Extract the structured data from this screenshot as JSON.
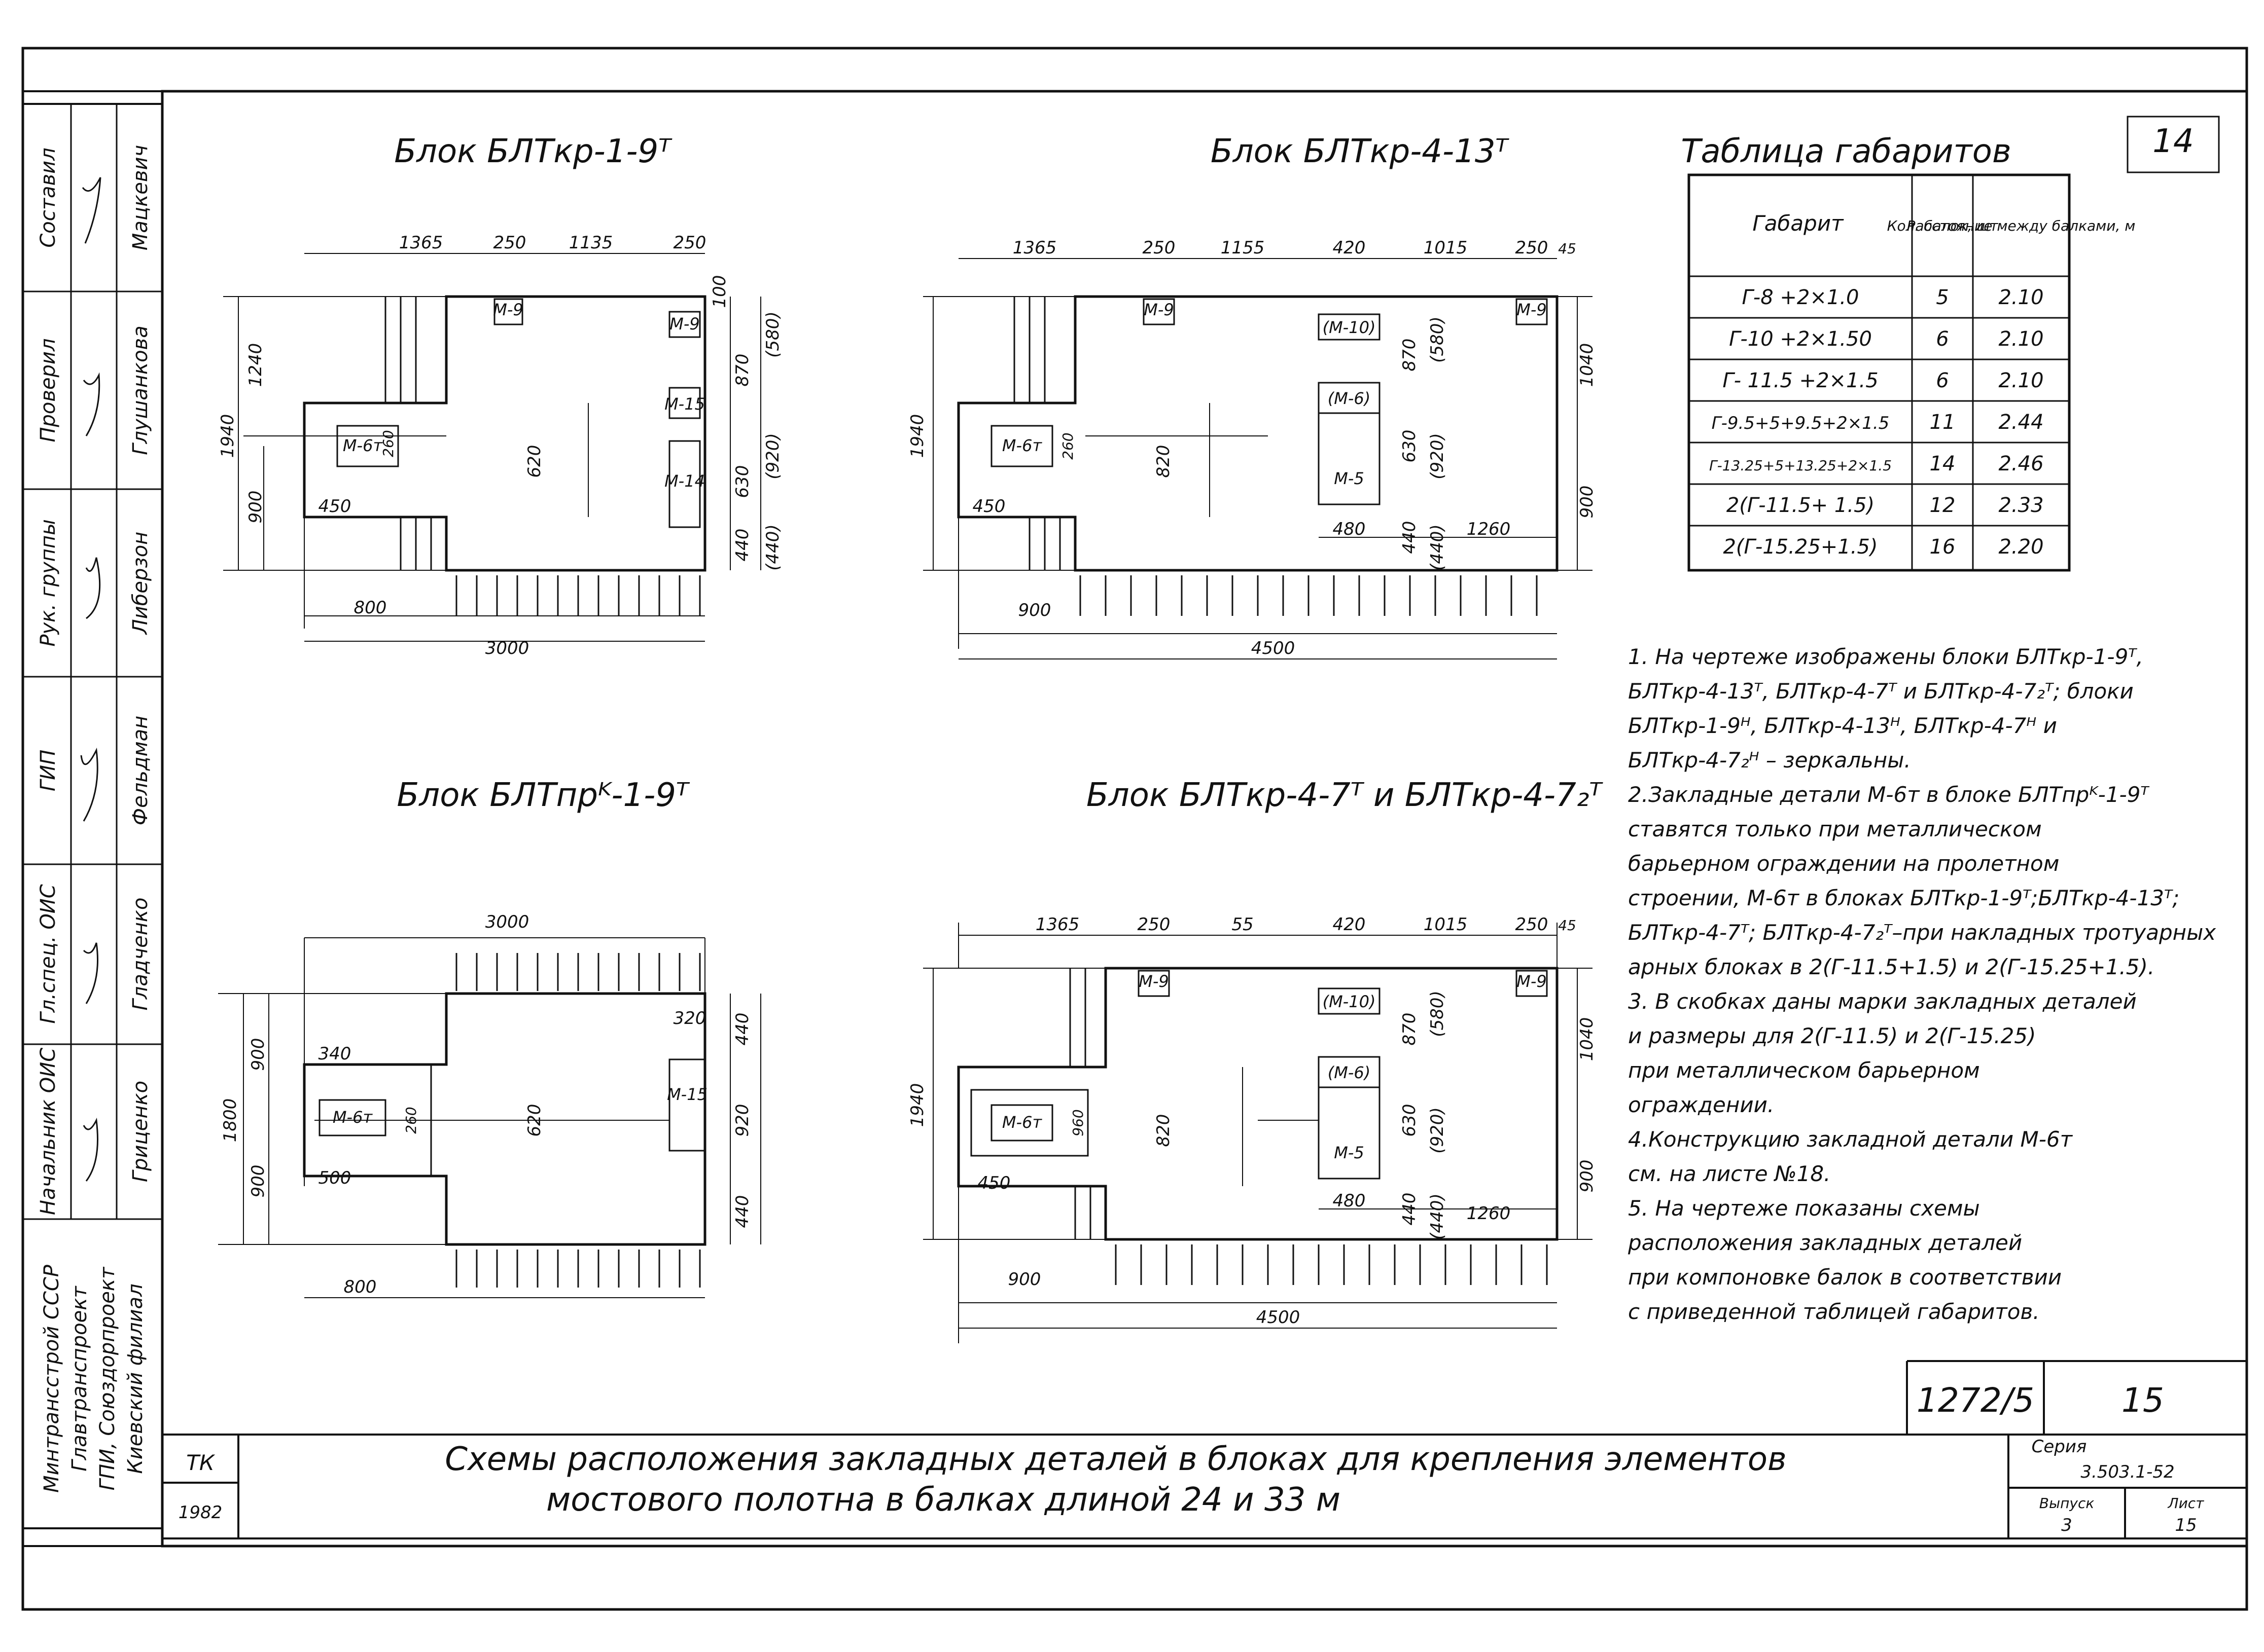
{
  "page_number": "14",
  "blocks": {
    "b1": {
      "title": "Блок  БЛТкр-1-9ᵀ",
      "dims": [
        "1365",
        "250",
        "1135",
        "250",
        "100",
        "870",
        "(580)",
        "630",
        "(920)",
        "440",
        "(440)",
        "1240",
        "900",
        "1940",
        "620",
        "260",
        "450",
        "800",
        "3000"
      ],
      "marks": [
        "М-9",
        "М-9",
        "М-15",
        "М-14",
        "М-6т"
      ]
    },
    "b2": {
      "title": "Блок  БЛТкр-4-13ᵀ",
      "dims": [
        "1365",
        "250",
        "1155",
        "420",
        "1015",
        "250",
        "45",
        "870",
        "(580)",
        "630",
        "(920)",
        "440",
        "(440)",
        "1260",
        "480",
        "1040",
        "900",
        "1940",
        "820",
        "260",
        "450",
        "900",
        "4500"
      ],
      "marks": [
        "М-9",
        "(М-10)",
        "М-9",
        "(М-6)",
        "М-5",
        "М-6т"
      ]
    },
    "b3": {
      "title": "Блок  БЛТпрᴷ-1-9ᵀ",
      "dims": [
        "3000",
        "320",
        "440",
        "920",
        "440",
        "900",
        "900",
        "1800",
        "620",
        "260",
        "340",
        "500",
        "800"
      ],
      "marks": [
        "М-15",
        "М-6т"
      ]
    },
    "b4": {
      "title": "Блок  БЛТкр-4-7ᵀ и БЛТкр-4-7₂ᵀ",
      "dims": [
        "1365",
        "250",
        "55",
        "420",
        "1015",
        "250",
        "45",
        "870",
        "(580)",
        "630",
        "(920)",
        "440",
        "(440)",
        "1260",
        "480",
        "1040",
        "900",
        "1940",
        "820",
        "960",
        "450",
        "900",
        "4500"
      ],
      "marks": [
        "М-9",
        "(М-10)",
        "М-9",
        "(М-6)",
        "М-5",
        "М-6т"
      ]
    }
  },
  "table": {
    "title": "Таблица габаритов",
    "headers": [
      "Габарит",
      "Кол. балок, шт",
      "Расстояние между балками, м"
    ],
    "rows": [
      [
        "Г-8 +2×1.0",
        "5",
        "2.10"
      ],
      [
        "Г-10 +2×1.50",
        "6",
        "2.10"
      ],
      [
        "Г- 11.5 +2×1.5",
        "6",
        "2.10"
      ],
      [
        "Г-9.5+5+9.5+2×1.5",
        "11",
        "2.44"
      ],
      [
        "Г-13.25+5+13.25+2×1.5",
        "14",
        "2.46"
      ],
      [
        "2(Г-11.5+ 1.5)",
        "12",
        "2.33"
      ],
      [
        "2(Г-15.25+1.5)",
        "16",
        "2.20"
      ]
    ]
  },
  "notes": [
    "1. На чертеже изображены блоки БЛТкр-1-9ᵀ,",
    "БЛТкр-4-13ᵀ, БЛТкр-4-7ᵀ и БЛТкр-4-7₂ᵀ; блоки",
    "БЛТкр-1-9ᴴ, БЛТкр-4-13ᴴ, БЛТкр-4-7ᴴ и",
    "БЛТкр-4-7₂ᴴ – зеркальны.",
    "2.Закладные детали М-6т в блоке БЛТпрᴷ-1-9ᵀ",
    "ставятся только при металлическом",
    "барьерном ограждении на пролетном",
    "строении, М-6т в блоках БЛТкр-1-9ᵀ;БЛТкр-4-13ᵀ;",
    "БЛТкр-4-7ᵀ; БЛТкр-4-7₂ᵀ–при накладных тротуарных",
    "арных блоках в 2(Г-11.5+1.5) и 2(Г-15.25+1.5).",
    "3. В скобках даны марки закладных деталей",
    "и размеры для 2(Г-11.5) и 2(Г-15.25)",
    "при металлическом барьерном",
    "ограждении.",
    "4.Конструкцию закладной детали М-6т",
    "см. на листе №18.",
    "5. На чертеже показаны схемы",
    "расположения закладных деталей",
    "при компоновке балок в соответствии",
    "с приведенной таблицей габаритов."
  ],
  "stamp": {
    "doc_number": "1272/5",
    "sheet_no": "15",
    "title_line1": "Схемы   расположения   закладных   деталей   в   блоках   для   крепления   элементов",
    "title_line2": "мостового   полотна   в   балках   длиной   24 и 33 м",
    "tk": "ТК",
    "year": "1982",
    "series_label": "Серия",
    "series_value": "3.503.1-52",
    "issue_label": "Выпуск",
    "issue_value": "3",
    "sheet_label": "Лист",
    "sheet_value": "15"
  },
  "side_block": {
    "roles": [
      "Составил",
      "Проверил",
      "Рук. группы",
      "ГИП",
      "Гл.спец. ОИС",
      "Начальник ОИС"
    ],
    "names": [
      "Мацкевич",
      "Глушанкова",
      "Либерзон",
      "Фельдман",
      "Гладченко",
      "Гриценко"
    ],
    "org": [
      "Минтрансстрой СССР",
      "Главтранспроект",
      "ГПИ, Союздорпроект",
      "Киевский филиал"
    ]
  }
}
